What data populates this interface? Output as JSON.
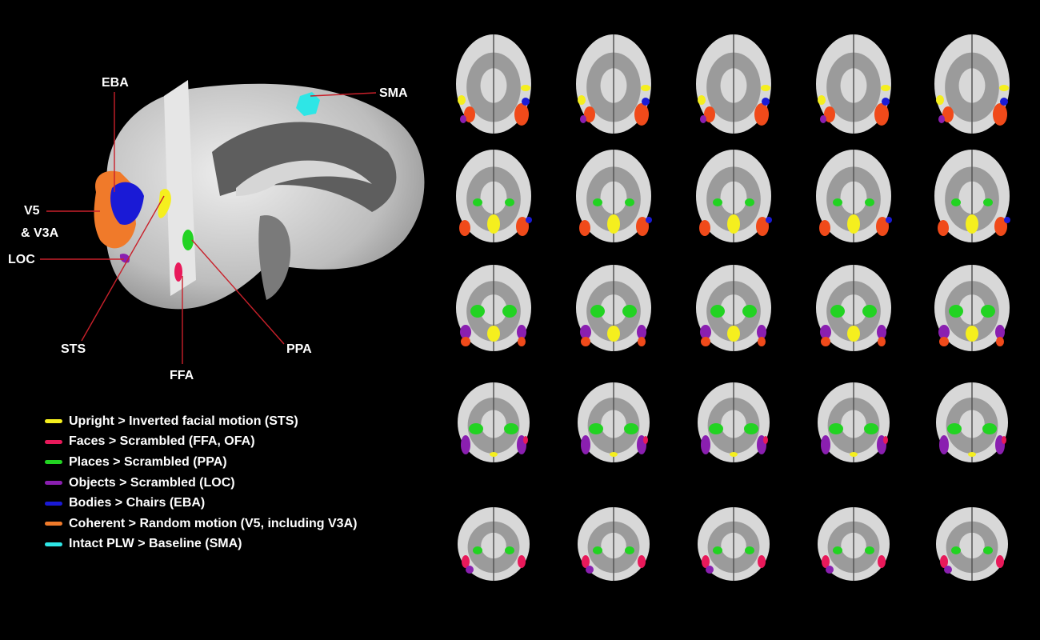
{
  "regions": {
    "eba": "EBA",
    "sma": "SMA",
    "v5": "V5",
    "v3a": "& V3A",
    "loc": "LOC",
    "sts": "STS",
    "ffa": "FFA",
    "ppa": "PPA"
  },
  "legend": [
    {
      "label": "Upright > Inverted facial motion (STS)",
      "color": "#f5ef1e"
    },
    {
      "label": "Faces > Scrambled (FFA, OFA)",
      "color": "#e8195a"
    },
    {
      "label": "Places > Scrambled (PPA)",
      "color": "#22d322"
    },
    {
      "label": "Objects > Scrambled (LOC)",
      "color": "#8a1fb0"
    },
    {
      "label": "Bodies > Chairs (EBA)",
      "color": "#1a1ad6"
    },
    {
      "label": "Coherent > Random motion (V5, including V3A)",
      "color": "#f07a2a"
    },
    {
      "label": "Intact PLW > Baseline (SMA)",
      "color": "#2ee6e6"
    }
  ],
  "colors": {
    "sts": "#f5ef1e",
    "ffa": "#e8195a",
    "ppa": "#22d322",
    "loc": "#8a1fb0",
    "eba": "#1a1ad6",
    "v5": "#f07a2a",
    "sma": "#2ee6e6",
    "red": "#f04a1a",
    "brain_light": "#d8d8d8",
    "brain_dark": "#6a6a6a",
    "leader_line": "#c8202a"
  }
}
